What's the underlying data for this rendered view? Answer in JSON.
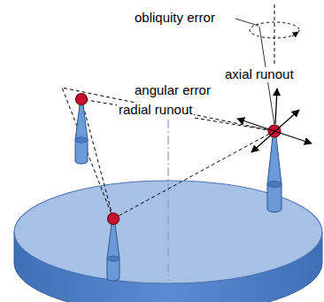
{
  "diagram": {
    "labels": [
      "obliquity error",
      "axial runout",
      "angular error",
      "radial runout"
    ]
  }
}
